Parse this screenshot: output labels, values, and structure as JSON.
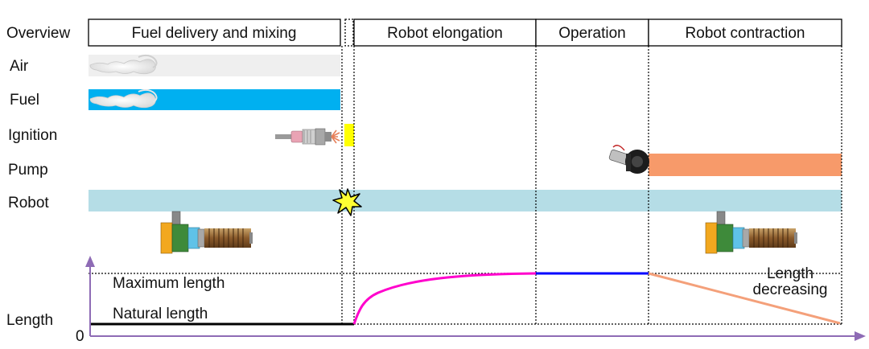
{
  "overview_label": "Overview",
  "phases": [
    {
      "label": "Fuel delivery and mixing"
    },
    {
      "label": "Robot elongation"
    },
    {
      "label": "Operation"
    },
    {
      "label": "Robot contraction"
    }
  ],
  "rows": {
    "air": "Air",
    "fuel": "Fuel",
    "ignition": "Ignition",
    "pump": "Pump",
    "robot": "Robot"
  },
  "length_plot": {
    "y_label": "Length",
    "origin_label": "0",
    "maximum_label": "Maximum length",
    "natural_label": "Natural length",
    "decreasing_label_line1": "Length",
    "decreasing_label_line2": "decreasing"
  },
  "colors": {
    "air_bar": "#efefef",
    "fuel_bar": "#00b0f0",
    "ignition_block": "#ffff00",
    "pump_bar": "#f79a6a",
    "robot_bar": "#b5dde6",
    "elongation_curve": "#ff00cc",
    "operation_line": "#0000ff",
    "contraction_line": "#f4a07a",
    "axis": "#8e6bb5",
    "natural_line": "#000000"
  },
  "icons": [
    "smoke-puff-icon",
    "spark-plug-icon",
    "explosion-icon",
    "pump-icon",
    "soft-robot-icon"
  ]
}
